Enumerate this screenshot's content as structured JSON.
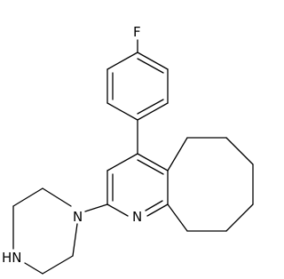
{
  "labels": {
    "fluorine": "F",
    "pyridine_nitrogen": "N",
    "piperazine_nitrogen": "N",
    "piperazine_nh": "HN"
  }
}
